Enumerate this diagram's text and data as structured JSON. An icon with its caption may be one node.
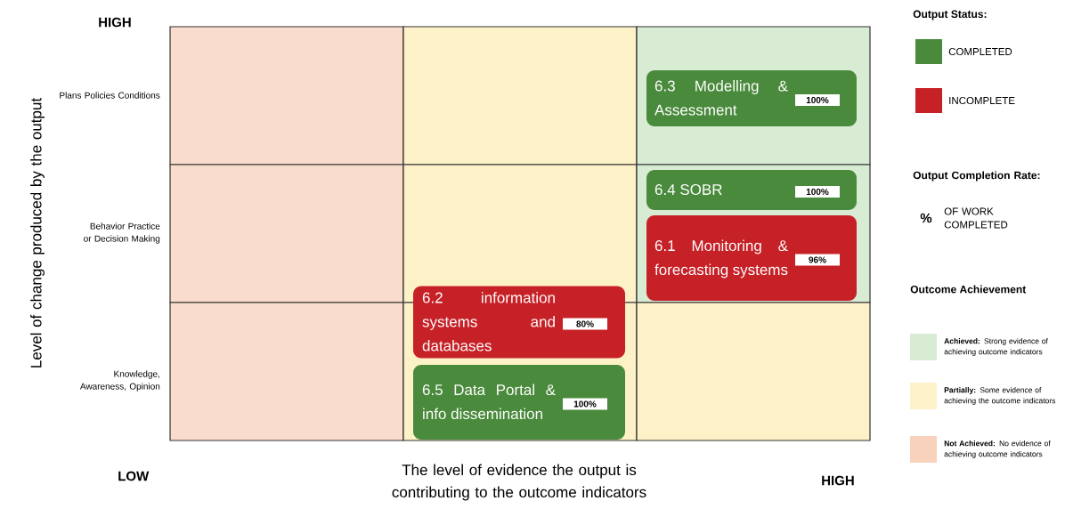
{
  "diagram": {
    "nodes": [
      {
        "text": [
          "6.3 Modelling & Assessment",
          "100%"
        ]
      },
      {
        "text": [
          "6.4 SOBR",
          "100%"
        ]
      },
      {
        "text": [
          "6.1 Monitoring & forecasting systems",
          "96%"
        ]
      },
      {
        "text": [
          "6.2 information systems and databases",
          "80%"
        ]
      },
      {
        "text": [
          "6.5 Data Portal & info dissemination",
          "100%"
        ]
      }
    ],
    "edges": [],
    "labels": [
      "HIGH",
      "Level of change produced by the output",
      "Plans Policies Conditions",
      "Behavior Practice or Decision Making",
      "Knowledge, Awareness, Opinion",
      "LOW",
      "The level of evidence the output is contributing to the outcome indicators",
      "HIGH",
      "Output Status:",
      "Output Completion Rate:",
      "%",
      "OF WORK COMPLETED",
      "Outcome Achievement"
    ],
    "legend": [
      {
        "text": "COMPLETED",
        "color": "#4a8a3c"
      },
      {
        "text": "INCOMPLETE",
        "color": "#c62127"
      },
      {
        "text": "**Achieved:** Strong evidence of achieving outcome indicators",
        "color": "#d8ecd4"
      },
      {
        "text": "**Partially:** Some evidence of achieving the outcome indicators",
        "color": "#fdf1c8"
      },
      {
        "text": "**Not Achieved:** No evidence of achieving outcome indicators",
        "color": "#f8d2bc"
      }
    ]
  }
}
